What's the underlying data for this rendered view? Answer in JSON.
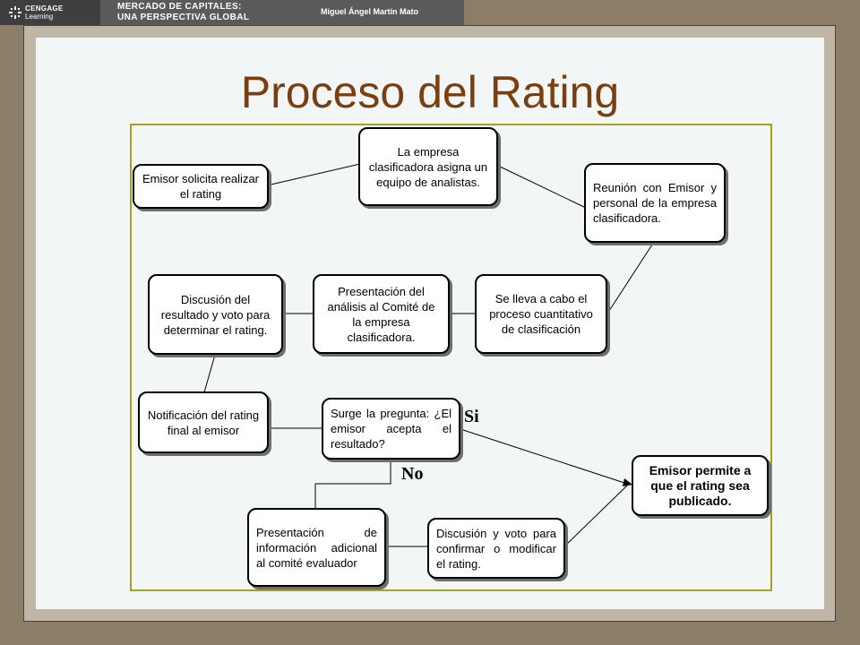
{
  "header": {
    "logo_line1": "CENGAGE",
    "logo_line2": "Learning",
    "book_title_line1": "MERCADO DE CAPITALES:",
    "book_title_line2": "UNA PERSPECTIVA GLOBAL",
    "author": "Miguel Ángel Martín Mato"
  },
  "slide": {
    "title": "Proceso del Rating"
  },
  "diagram": {
    "nodes": {
      "emisor_solicita": "Emisor solicita realizar el rating",
      "equipo_analistas": "La empresa clasificadora asigna un equipo de analistas.",
      "reunion": "Reunión con Emisor y personal de la empresa clasificadora.",
      "proceso_cuantitativo": "Se lleva a cabo el proceso cuantitativo de clasificación",
      "presentacion_comite": "Presentación del análisis al Comité de la empresa clasificadora.",
      "discusion_voto": "Discusión del resultado y voto para determinar el rating.",
      "notificacion": "Notificación del rating final al emisor",
      "pregunta": "Surge la pregunta: ¿El emisor acepta el resultado?",
      "presentacion_info": "Presentación de información adicional al comité evaluador",
      "discusion_confirmar": "Discusión y voto para confirmar o modificar el rating.",
      "emisor_permite": "Emisor permite a que el rating sea publicado."
    },
    "labels": {
      "si": "Si",
      "no": "No"
    }
  }
}
